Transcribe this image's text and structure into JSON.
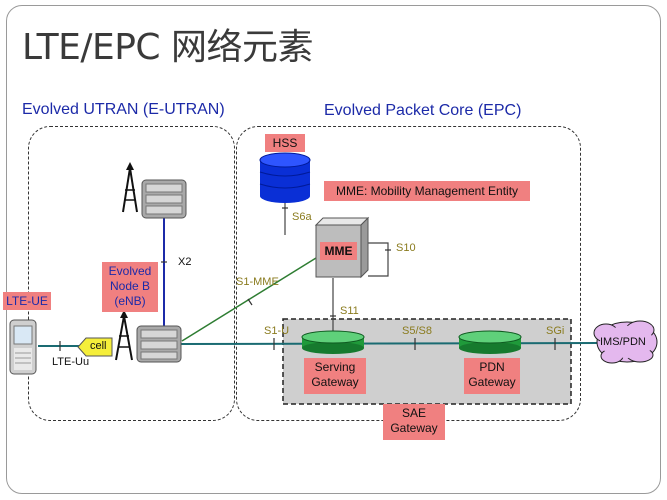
{
  "slide": {
    "title": "LTE/EPC 网络元素"
  },
  "sections": {
    "eutran": "Evolved UTRAN (E-UTRAN)",
    "epc": "Evolved Packet Core (EPC)"
  },
  "nodes": {
    "hss": "HSS",
    "mme": "MME",
    "mme_legend": "MME: Mobility Management Entity",
    "enb": "Evolved Node B (eNB)",
    "serving_gateway": "Serving Gateway",
    "pdn_gateway": "PDN Gateway",
    "sae_gateway": "SAE Gateway",
    "lte_ue": "LTE-UE",
    "cell": "cell",
    "ims": "IMS/PDN"
  },
  "interfaces": {
    "s6a": "S6a",
    "s10": "S10",
    "x2": "X2",
    "s1_mme": "S1-MME",
    "s11": "S11",
    "s1_u": "S1-U",
    "s5_s8": "S5/S8",
    "sgi": "SGi",
    "lte_uu": "LTE-Uu"
  },
  "colors": {
    "accent": "#f08080",
    "link_blue": "#1c2aa8",
    "link_green": "#2e7d32",
    "link_teal": "#1a6b72",
    "hss_blue": "#0a2fd6",
    "gateway_green": "#1f9a3a"
  }
}
